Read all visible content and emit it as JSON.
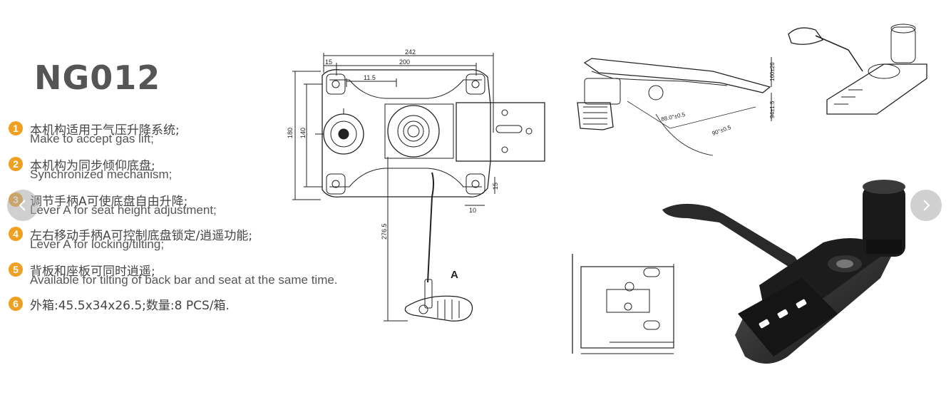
{
  "title": "NG012",
  "features": [
    {
      "num": "1",
      "cn": "本机构适用于气压升降系统;",
      "en": "Make to accept gas lift;"
    },
    {
      "num": "2",
      "cn": "本机构为同步倾仰底盘;",
      "en": "Synchronized mechanism;"
    },
    {
      "num": "3",
      "cn": "调节手柄A可使底盘自由升降;",
      "en": "Lever A for seat height adjustment;"
    },
    {
      "num": "4",
      "cn": "左右移动手柄A可控制底盘锁定/逍遥功能;",
      "en": "Lever A for locking/tilting;"
    },
    {
      "num": "5",
      "cn": "背板和座板可同时逍遥;",
      "en": "Available for tilting of back bar and seat at the same time."
    },
    {
      "num": "6",
      "cn": "外箱:45.5x34x26.5;数量:8 PCS/箱.",
      "en": ""
    }
  ],
  "drawing": {
    "dim_242": "242",
    "dim_200": "200",
    "dim_115": "11.5",
    "dim_15a": "15",
    "dim_180": "180",
    "dim_140": "140",
    "dim_2765": "276.5",
    "dim_10": "10",
    "dim_15b": "15",
    "lever_label": "A"
  },
  "side_drawing": {
    "dim_a": "88.0°±0.5",
    "dim_b": "90°±0.5",
    "dim_c": "160±26",
    "dim_d": "94±1.5"
  },
  "icons": {
    "prev": "chevron-left-icon",
    "next": "chevron-right-icon"
  }
}
